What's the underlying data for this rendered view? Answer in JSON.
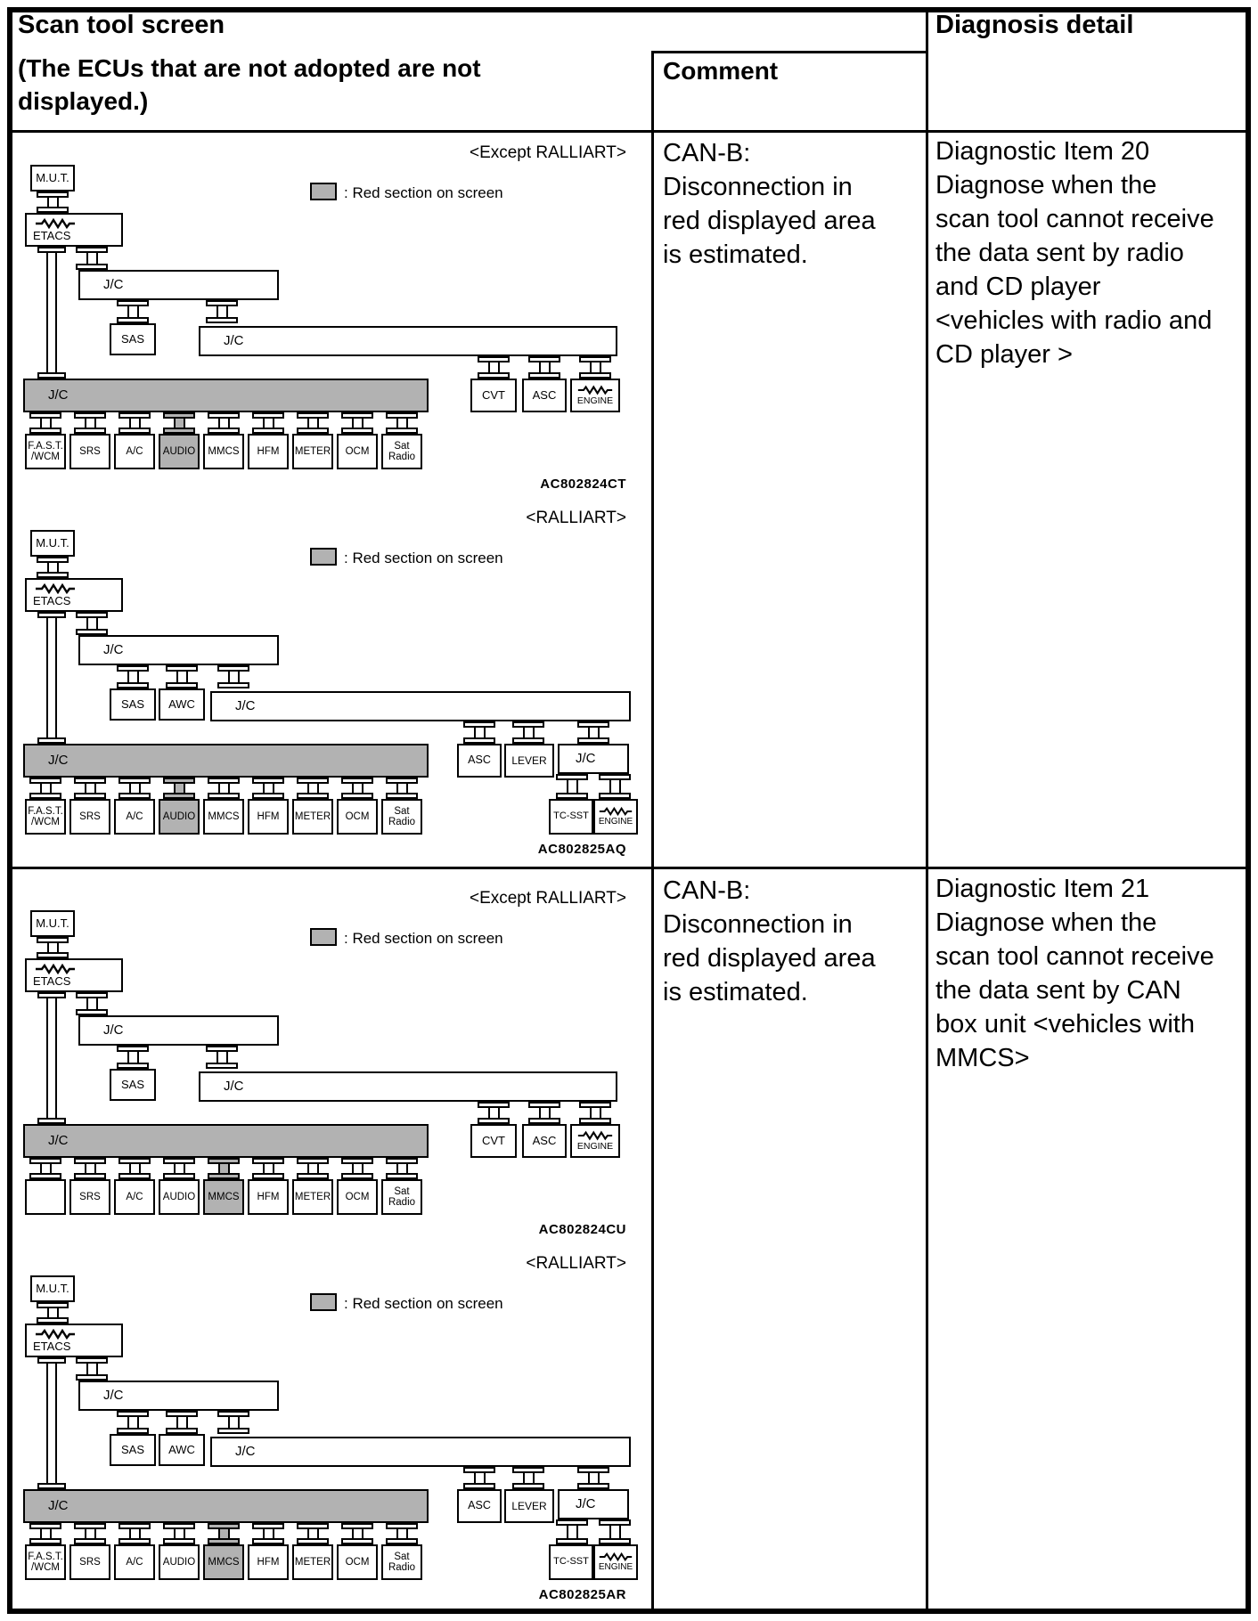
{
  "page": {
    "colors": {
      "red_section_gray": "#b2b2b2",
      "border": "#000000",
      "background": "#ffffff"
    },
    "header": {
      "scan_tool_title": "Scan tool screen",
      "scan_tool_subtitle": "(The ECUs that are not adopted are not\ndisplayed.)",
      "comment_header": "Comment",
      "diagnosis_header": "Diagnosis detail"
    },
    "rows": [
      {
        "comment": "CAN-B:\nDisconnection in\nred displayed area\nis estimated.",
        "diagnosis": "Diagnostic Item 20\nDiagnose when the\nscan tool cannot receive\nthe data sent by radio\nand CD player\n<vehicles with radio and\nCD player >",
        "diagrams": [
          {
            "variant": "A",
            "title": "<Except RALLIART>",
            "legend_label": ": Red section on screen",
            "code": "AC802824CT",
            "red_boxes": [
              "AUDIO"
            ],
            "nodes": {
              "mut": "M.U.T.",
              "etacs": "ETACS",
              "jc1": "J/C",
              "sas": "SAS",
              "jc2": "J/C",
              "jc3": "J/C",
              "cvt": "CVT",
              "asc": "ASC",
              "engine": "ENGINE"
            },
            "bottom_row": [
              "F.A.S.T.\n/WCM",
              "SRS",
              "A/C",
              "AUDIO",
              "MMCS",
              "HFM",
              "METER",
              "OCM",
              "Sat\nRadio"
            ]
          },
          {
            "variant": "B",
            "title": "<RALLIART>",
            "legend_label": ": Red section on screen",
            "code": "AC802825AQ",
            "red_boxes": [
              "AUDIO"
            ],
            "nodes": {
              "mut": "M.U.T.",
              "etacs": "ETACS",
              "jc1": "J/C",
              "sas": "SAS",
              "awc": "AWC",
              "jc2": "J/C",
              "jc3": "J/C",
              "asc": "ASC",
              "lever": "LEVER",
              "jc4": "J/C",
              "tcsst": "TC-SST",
              "engine": "ENGINE"
            },
            "bottom_row": [
              "F.A.S.T.\n/WCM",
              "SRS",
              "A/C",
              "AUDIO",
              "MMCS",
              "HFM",
              "METER",
              "OCM",
              "Sat\nRadio"
            ]
          }
        ]
      },
      {
        "comment": "CAN-B:\nDisconnection in\nred displayed area\nis estimated.",
        "diagnosis": "Diagnostic Item 21\nDiagnose when the\nscan tool cannot receive\nthe data sent by CAN\nbox unit <vehicles with\nMMCS>",
        "diagrams": [
          {
            "variant": "A",
            "title": "<Except RALLIART>",
            "legend_label": ": Red section on screen",
            "code": "AC802824CU",
            "red_boxes": [
              "MMCS"
            ],
            "nodes": {
              "mut": "M.U.T.",
              "etacs": "ETACS",
              "jc1": "J/C",
              "sas": "SAS",
              "jc2": "J/C",
              "jc3": "J/C",
              "cvt": "CVT",
              "asc": "ASC",
              "engine": "ENGINE"
            },
            "bottom_row": [
              "",
              "SRS",
              "A/C",
              "AUDIO",
              "MMCS",
              "HFM",
              "METER",
              "OCM",
              "Sat\nRadio"
            ]
          },
          {
            "variant": "B",
            "title": "<RALLIART>",
            "legend_label": ": Red section on screen",
            "code": "AC802825AR",
            "red_boxes": [
              "MMCS"
            ],
            "nodes": {
              "mut": "M.U.T.",
              "etacs": "ETACS",
              "jc1": "J/C",
              "sas": "SAS",
              "awc": "AWC",
              "jc2": "J/C",
              "jc3": "J/C",
              "asc": "ASC",
              "lever": "LEVER",
              "jc4": "J/C",
              "tcsst": "TC-SST",
              "engine": "ENGINE"
            },
            "bottom_row": [
              "F.A.S.T.\n/WCM",
              "SRS",
              "A/C",
              "AUDIO",
              "MMCS",
              "HFM",
              "METER",
              "OCM",
              "Sat\nRadio"
            ]
          }
        ]
      }
    ]
  }
}
